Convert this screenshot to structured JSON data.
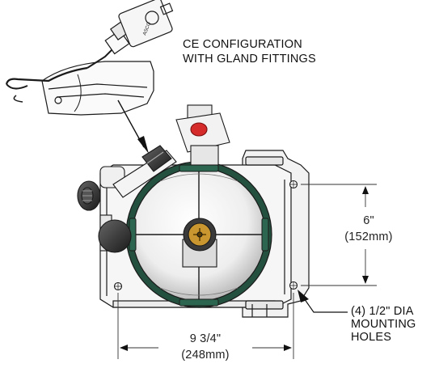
{
  "callouts": {
    "ce_line1": "CE CONFIGURATION",
    "ce_line2": "WITH GLAND FITTINGS",
    "holes_line1": "(4) 1/2\" DIA",
    "holes_line2": "MOUNTING",
    "holes_line3": "HOLES"
  },
  "dimensions": {
    "height_in": "6\"",
    "height_mm": "(152mm)",
    "width_in": "9 3/4\"",
    "width_mm": "(248mm)"
  },
  "colors": {
    "outline": "#1a1a1a",
    "body_fill": "#f4f4f4",
    "sphere_band": "#24513f",
    "indicator_red": "#d62b2b",
    "gauge_amber": "#c9962f"
  }
}
